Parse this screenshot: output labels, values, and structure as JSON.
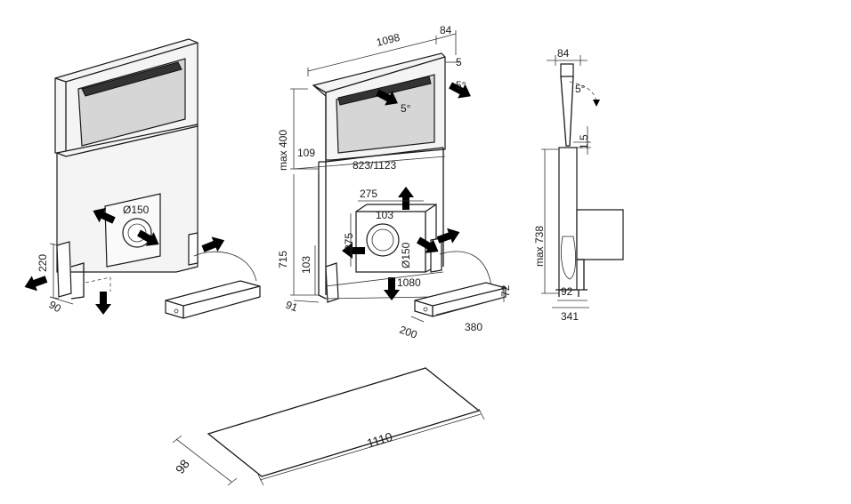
{
  "labels": {
    "d1098": "1098",
    "d84a": "84",
    "d5a": "5",
    "deg5a": "5°",
    "deg5b": "5°",
    "maxh400": "max 400",
    "d109": "109",
    "d823": "823/1123",
    "d275w": "275",
    "d103a": "103",
    "d275h": "275",
    "d150b": "Ø150",
    "d715": "715",
    "d103b": "103",
    "d1080": "1080",
    "d72": "72",
    "d91": "91",
    "d200": "200",
    "d380": "380",
    "d150a": "Ø150",
    "d220": "220",
    "d90": "90",
    "d84b": "84",
    "deg5c": "5°",
    "d15": "1,5",
    "maxh738": "max 738",
    "d92": "92",
    "d341": "341",
    "d1110": "1110",
    "d98": "98"
  }
}
